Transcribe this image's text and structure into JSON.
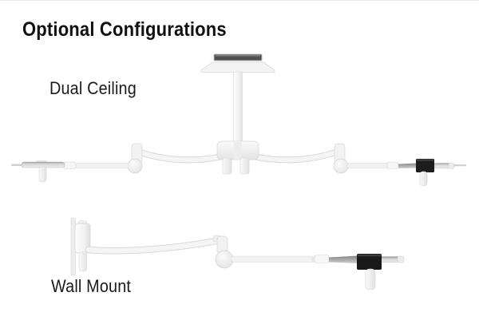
{
  "page": {
    "title": "Optional Configurations",
    "background": "#ffffff",
    "text_color": "#1a1a1a"
  },
  "configurations": [
    {
      "label": "Dual Ceiling",
      "illustration": "dual-ceiling-fixture-illustration"
    },
    {
      "label": "Wall Mount",
      "illustration": "wall-mount-fixture-illustration"
    }
  ],
  "colors": {
    "fixture_body_white": "#f3f3f3",
    "fixture_shadow": "#d8d8d8",
    "camera_head_black": "#1b1b1b",
    "ceiling_plate_gray": "#4f4f4f",
    "light_bar_gray": "#b5b5b5"
  }
}
